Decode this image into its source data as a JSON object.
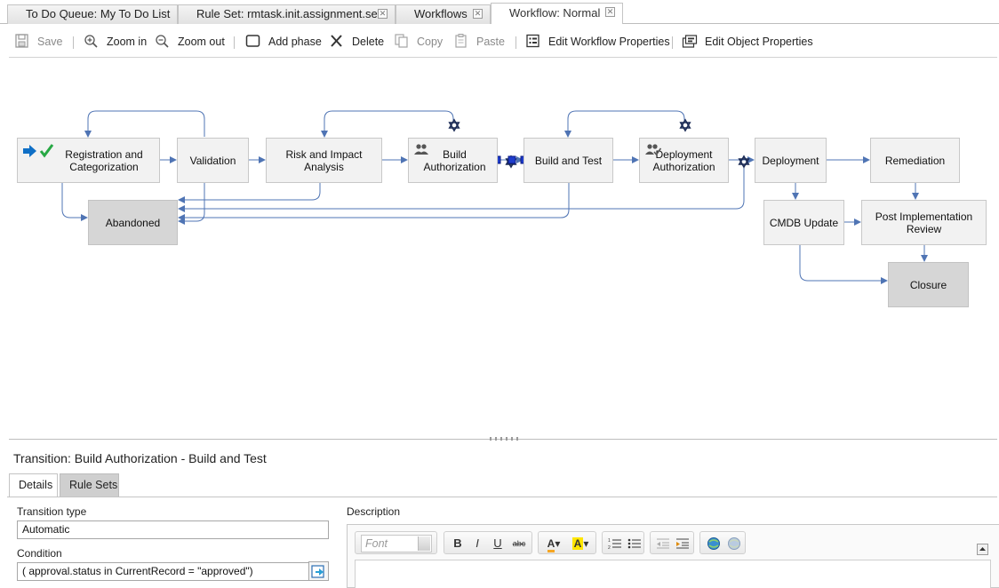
{
  "tabs": [
    {
      "label": "To Do Queue: My To Do List",
      "active": false,
      "closable": false
    },
    {
      "label": "Rule Set: rmtask.init.assignment.set",
      "active": false,
      "closable": true
    },
    {
      "label": "Workflows",
      "active": false,
      "closable": true
    },
    {
      "label": "Workflow: Normal",
      "active": true,
      "closable": true
    }
  ],
  "close_glyph": "✕",
  "toolbar": {
    "save": "Save",
    "zoom_in": "Zoom in",
    "zoom_out": "Zoom out",
    "add_phase": "Add phase",
    "delete": "Delete",
    "copy": "Copy",
    "paste": "Paste",
    "edit_workflow_properties": "Edit Workflow Properties",
    "edit_object_properties": "Edit Object Properties"
  },
  "workflow": {
    "phases": {
      "registration": "Registration and Categorization",
      "validation": "Validation",
      "risk": "Risk and Impact Analysis",
      "build_auth": "Build Authorization",
      "build_test": "Build and Test",
      "deploy_auth": "Deployment Authorization",
      "deployment": "Deployment",
      "remediation": "Remediation",
      "abandoned": "Abandoned",
      "cmdb": "CMDB Update",
      "pir": "Post Implementation Review",
      "closure": "Closure"
    }
  },
  "panel": {
    "title": "Transition: Build Authorization - Build and Test",
    "tabs": [
      "Details",
      "Rule Sets"
    ],
    "active_tab": "Details",
    "transition_type_label": "Transition type",
    "transition_type_value": "Automatic",
    "condition_label": "Condition",
    "condition_value": "( approval.status in CurrentRecord = \"approved\")",
    "description_label": "Description",
    "font_placeholder": "Font"
  },
  "colors": {
    "edge": "#4f74b4",
    "accent_blue": "#0f6fc6",
    "accent_green": "#27a844",
    "node_bg": "#f2f2f2",
    "final_bg": "#d6d6d6"
  }
}
